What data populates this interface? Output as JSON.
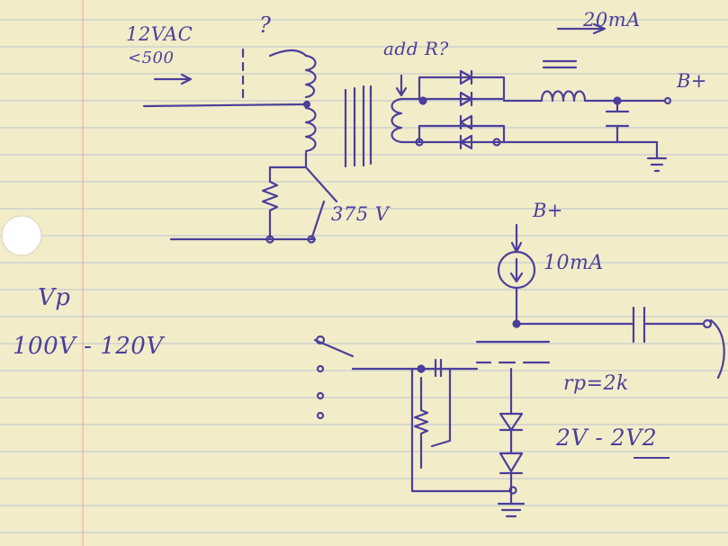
{
  "colors": {
    "paper": "#f3ecc9",
    "rule_line": "#b9c4cf",
    "margin_line": "#e9a5a0",
    "ink": "#4b3f9a"
  },
  "power_supply": {
    "input_voltage": "12VAC",
    "input_current": "<500",
    "unknown_mark": "?",
    "add_filter_note": "add R?",
    "output_current": "20mA",
    "rail_label": "B+",
    "secondary_voltage": "375 V"
  },
  "plate_voltage": {
    "label": "Vp",
    "range": "100V - 120V"
  },
  "amplifier": {
    "supply_label": "B+",
    "current_source": "10mA",
    "plate_resistance": "rp=2k",
    "bias_voltage": "2V - 2V2"
  }
}
